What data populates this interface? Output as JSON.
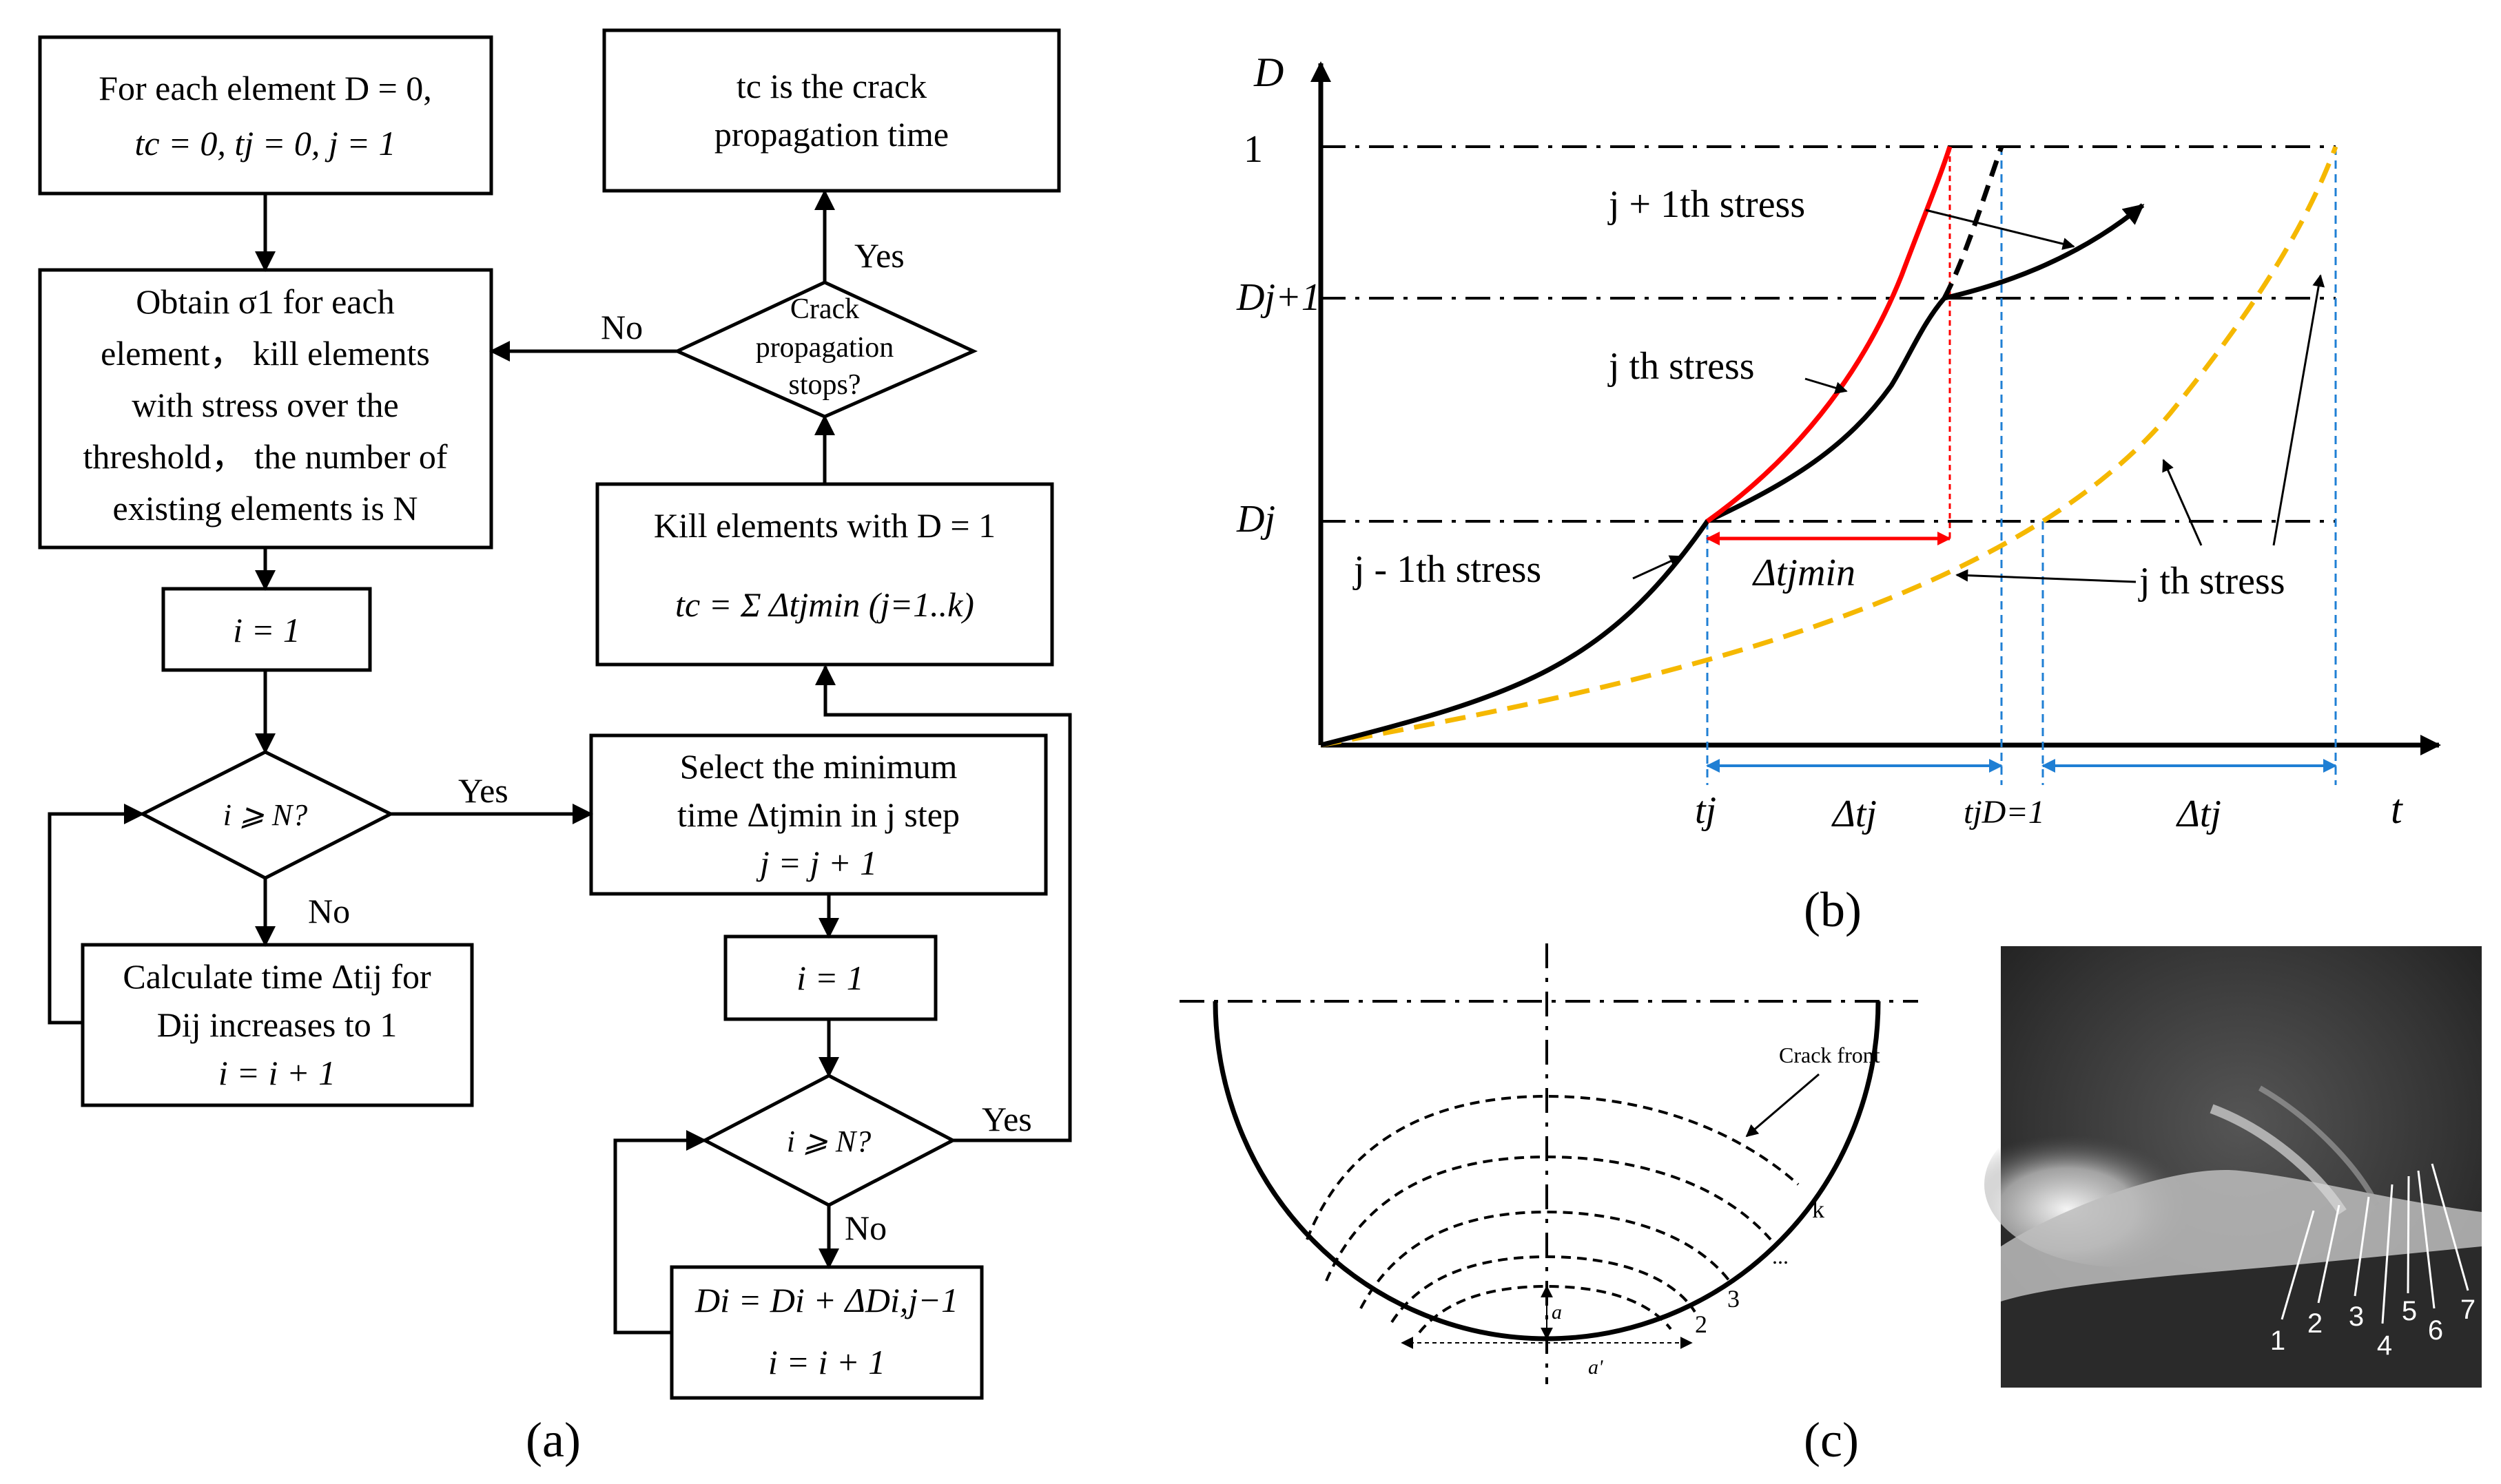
{
  "panel_a": {
    "caption": "(a)",
    "init": {
      "line1": "For each element D = 0,",
      "line2": "tc = 0, tj = 0, j = 1"
    },
    "obtain": {
      "line1": "Obtain σ1 for each",
      "line2": "element， kill elements",
      "line3": "with stress over the",
      "line4": "threshold， the number of",
      "line5": "existing elements is N"
    },
    "i1_left": "i = 1",
    "cond_left": "i ⩾ N?",
    "calc": {
      "line1": "Calculate time Δtij for",
      "line2": "Dij increases to 1",
      "line3": "i = i + 1"
    },
    "select": {
      "line1": "Select the minimum",
      "line2": "time Δtjmin in j step",
      "line3": "j = j + 1"
    },
    "i1_right": "i = 1",
    "cond_right": "i ⩾ N?",
    "update": {
      "line1": "Di = Di + ΔDi,j−1",
      "line2": "i = i + 1"
    },
    "kill": {
      "line1": "Kill elements with D = 1",
      "line2": "tc = Σ Δtjmin (j=1..k)"
    },
    "stops": {
      "line1": "Crack",
      "line2": "propagation",
      "line3": "stops?"
    },
    "crack_time": {
      "line1": "tc is the crack",
      "line2": "propagation time"
    },
    "labels": {
      "yes_a": "Yes",
      "no_a": "No",
      "yes_b": "Yes",
      "no_b": "No",
      "yes_c": "Yes",
      "no_c": "No"
    }
  },
  "panel_b": {
    "caption": "(b)",
    "y_axis": "D",
    "x_axis": "t",
    "y_ticks": [
      "1",
      "Dj+1",
      "Dj"
    ],
    "x_ticks": [
      "tj",
      "Δtj",
      "tjD=1",
      "Δtj"
    ],
    "annotations": [
      "j + 1th stress",
      "j th stress",
      "j - 1th stress",
      "Δtjmin",
      "j th stress"
    ],
    "colors": {
      "current": "#000000",
      "jth_stress": "#ff0000",
      "reference": "#f5b800",
      "dims": "#1f7fd4",
      "interval": "#ff0000"
    }
  },
  "panel_c": {
    "caption": "(c)",
    "labels": {
      "crack_front": "Crack front",
      "k": "k",
      "dots": "...",
      "three": "3",
      "two": "2",
      "a": "a",
      "a_prime": "a'"
    },
    "photo_numbers": [
      "1",
      "2",
      "3",
      "4",
      "5",
      "6",
      "7"
    ]
  }
}
